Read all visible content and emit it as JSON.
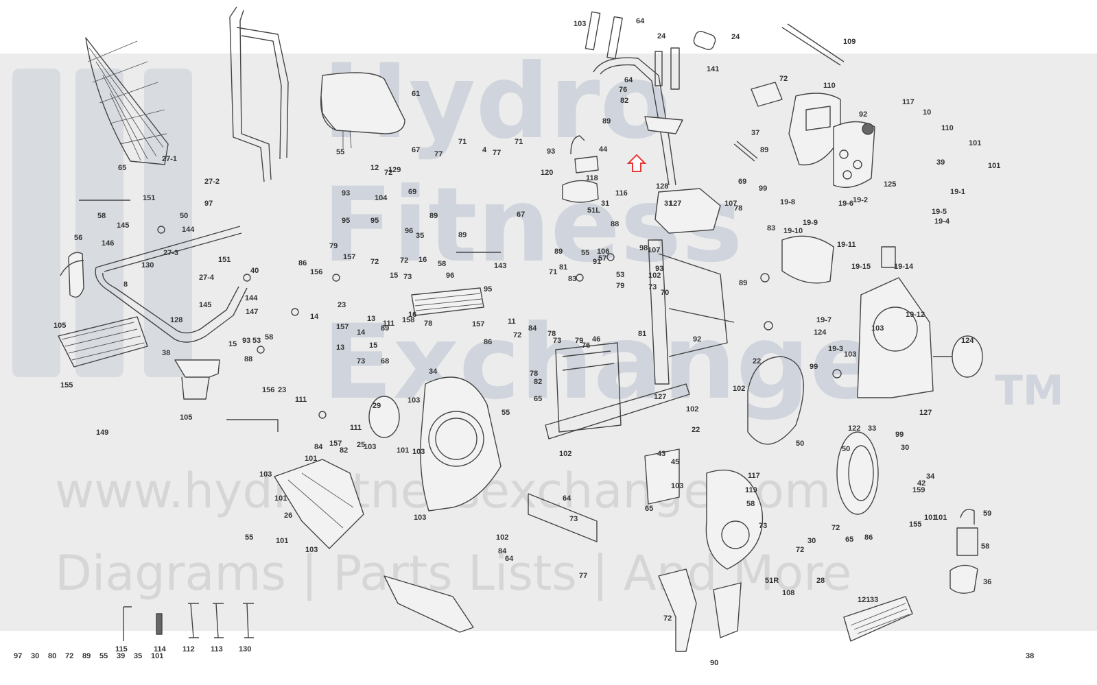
{
  "watermark": {
    "brand_line1": "Hydro",
    "brand_line2": "Fitness",
    "brand_line3": "Exchange",
    "trademark": "TM",
    "url": "www.hydrofitnessexchange.com",
    "tagline": "Diagrams | Parts Lists | And More"
  },
  "marker": {
    "color": "#e53935",
    "icon": "arrow-up-icon"
  },
  "labels": [
    "65",
    "151",
    "27-1",
    "27-2",
    "97",
    "58",
    "50",
    "56",
    "145",
    "144",
    "146",
    "27-3",
    "27-4",
    "151",
    "40",
    "130",
    "8",
    "128",
    "145",
    "147",
    "144",
    "105",
    "155",
    "38",
    "105",
    "149",
    "61",
    "55",
    "67",
    "77",
    "71",
    "4",
    "77",
    "71",
    "129",
    "12",
    "72",
    "93",
    "104",
    "69",
    "89",
    "89",
    "67",
    "95",
    "95",
    "96",
    "35",
    "72",
    "72",
    "143",
    "86",
    "79",
    "157",
    "156",
    "23",
    "111",
    "73",
    "15",
    "16",
    "58",
    "96",
    "95",
    "14",
    "157",
    "13",
    "89",
    "158",
    "16",
    "78",
    "157",
    "86",
    "11",
    "72",
    "84",
    "14",
    "15",
    "73",
    "68",
    "13",
    "15",
    "93",
    "53",
    "58",
    "88",
    "156",
    "23",
    "111",
    "111",
    "25",
    "157",
    "84",
    "82",
    "103",
    "34",
    "103",
    "29",
    "55",
    "101",
    "103",
    "101",
    "103",
    "101",
    "26",
    "103",
    "55",
    "103",
    "101",
    "103",
    "64",
    "24",
    "24",
    "141",
    "64",
    "76",
    "82",
    "89",
    "44",
    "93",
    "120",
    "118",
    "116",
    "128",
    "69",
    "99",
    "31",
    "107",
    "78",
    "83",
    "127",
    "31",
    "51L",
    "88",
    "57",
    "89",
    "55",
    "91",
    "79",
    "106",
    "53",
    "102",
    "73",
    "70",
    "89",
    "83",
    "81",
    "71",
    "93",
    "98",
    "107",
    "78",
    "73",
    "78",
    "82",
    "65",
    "76",
    "127",
    "22",
    "102",
    "22",
    "102",
    "92",
    "81",
    "79",
    "46",
    "45",
    "43",
    "103",
    "65",
    "102",
    "64",
    "73",
    "102",
    "84",
    "64",
    "77",
    "109",
    "72",
    "110",
    "117",
    "10",
    "110",
    "92",
    "37",
    "89",
    "39",
    "101",
    "101",
    "125",
    "19-4",
    "19-1",
    "19-6",
    "19-5",
    "19-8",
    "19-2",
    "19-9",
    "19-10",
    "19-11",
    "19-15",
    "19-14",
    "19-7",
    "124",
    "19-12",
    "103",
    "124",
    "19-3",
    "103",
    "99",
    "127",
    "99",
    "33",
    "122",
    "50",
    "50",
    "30",
    "34",
    "42",
    "159",
    "155",
    "101",
    "101",
    "59",
    "58",
    "36",
    "30",
    "72",
    "65",
    "86",
    "72",
    "51R",
    "108",
    "28",
    "121",
    "119",
    "117",
    "58",
    "73",
    "72",
    "33",
    "90",
    "38",
    "97",
    "30",
    "80",
    "72",
    "89",
    "55",
    "39",
    "35",
    "101"
  ],
  "tools": [
    "115",
    "114",
    "112",
    "113",
    "130"
  ]
}
